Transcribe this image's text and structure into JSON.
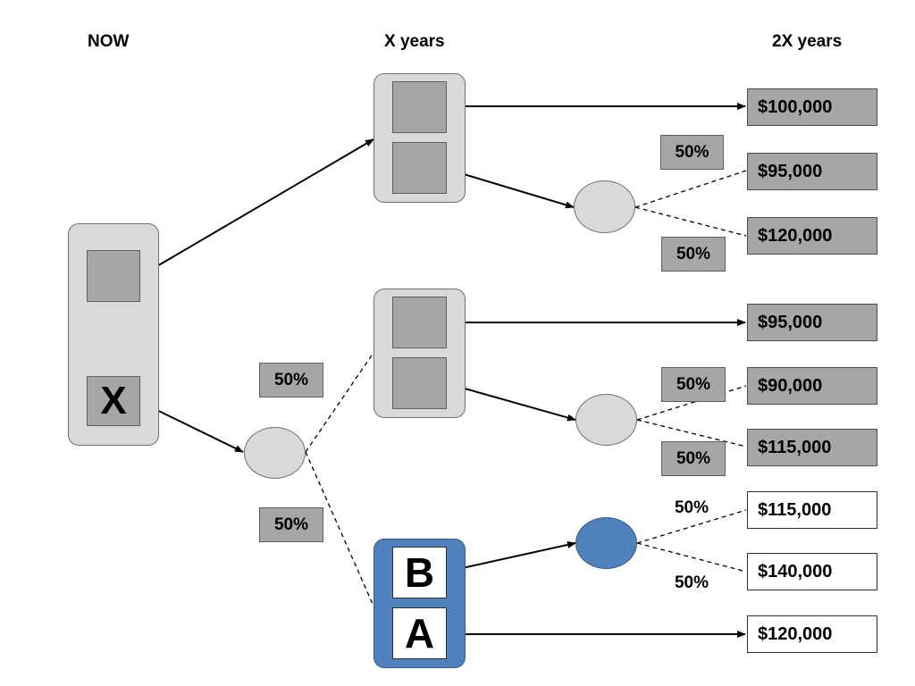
{
  "headers": {
    "now": "NOW",
    "x_years": "X years",
    "two_x_years": "2X years"
  },
  "now_options": {
    "x_label": "X"
  },
  "branch3": {
    "b_label": "B",
    "a_label": "A"
  },
  "probabilities": [
    "50%",
    "50%",
    "50%",
    "50%",
    "50%",
    "50%",
    "50%",
    "50%"
  ],
  "outcomes": [
    "$100,000",
    "$95,000",
    "$120,000",
    "$95,000",
    "$90,000",
    "$115,000",
    "$115,000",
    "$140,000",
    "$120,000"
  ],
  "colors": {
    "gray_box": "#a6a6a6",
    "light_gray": "#d9d9d9",
    "blue": "#4f81bd"
  }
}
